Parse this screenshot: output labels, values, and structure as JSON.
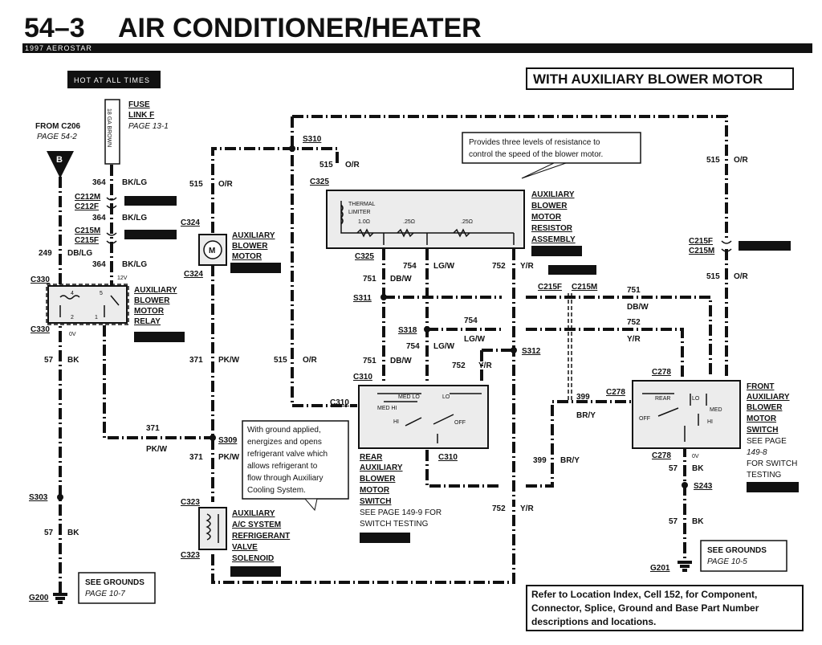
{
  "header": {
    "section": "54–3",
    "title": "AIR CONDITIONER/HEATER",
    "vehicle": "1997 AEROSTAR",
    "hot_label": "HOT AT ALL TIMES",
    "variant": "WITH AUXILIARY BLOWER MOTOR"
  },
  "labels": {
    "from_c206": "FROM C206",
    "page_54_2": "PAGE 54-2",
    "connector_b": "B",
    "fuse_link": "FUSE",
    "fuse_link2": "LINK F",
    "page_13_1": "PAGE 13-1",
    "fuse_gauge": "18 GA BROWN",
    "c212m": "C212M",
    "c212f": "C212F",
    "c215m": "C215M",
    "c215f": "C215F",
    "w364a": "364",
    "bklg_a": "BK/LG",
    "w364b": "364",
    "bklg_b": "BK/LG",
    "w364c": "364",
    "bklg_c": "BK/LG",
    "v12": "12V",
    "w249": "249",
    "dblg": "DB/LG",
    "c330a": "C330",
    "c330b": "C330",
    "v0a": "0V",
    "relay1": "AUXILIARY",
    "relay2": "BLOWER",
    "relay3": "MOTOR",
    "relay4": "RELAY",
    "w57a": "57",
    "bk_a": "BK",
    "w515a": "515",
    "or_a": "O/R",
    "c324a": "C324",
    "c324b": "C324",
    "motor1": "AUXILIARY",
    "motor2": "BLOWER",
    "motor3": "MOTOR",
    "w371a": "371",
    "pkw_a": "PK/W",
    "w371b": "371",
    "pkw_b": "PK/W",
    "w371c": "371",
    "pkw_c": "PK/W",
    "s309": "S309",
    "s303": "S303",
    "w57b": "57",
    "bk_b": "BK",
    "g200": "G200",
    "see_grounds_a": "SEE GROUNDS",
    "page_10_7": "PAGE 10-7",
    "c323a": "C323",
    "c323b": "C323",
    "sol1": "AUXILIARY",
    "sol2": "A/C SYSTEM",
    "sol3": "REFRIGERANT",
    "sol4": "VALVE",
    "sol5": "SOLENOID",
    "callout_sol": [
      "With ground applied,",
      "energizes and opens",
      "refrigerant valve which",
      "allows refrigerant to",
      "flow through Auxiliary",
      "Cooling System."
    ],
    "s310": "S310",
    "w515b": "515",
    "or_b": "O/R",
    "c325a": "C325",
    "c325b": "C325",
    "thermal": "THERMAL",
    "limiter": "LIMITER",
    "r1": "1.0Ω",
    "r2": ".25Ω",
    "r3": ".25Ω",
    "res1": "AUXILIARY",
    "res2": "BLOWER",
    "res3": "MOTOR",
    "res4": "RESISTOR",
    "res5": "ASSEMBLY",
    "callout_res": [
      "Provides three levels of resistance to",
      "control the speed of the blower motor."
    ],
    "w754a": "754",
    "lgw_a": "LG/W",
    "w752a": "752",
    "yr_a": "Y/R",
    "w751a": "751",
    "dbw_a": "DB/W",
    "s311": "S311",
    "s318": "S318",
    "w754b": "754",
    "w754c": "754",
    "lgw_b": "LG/W",
    "lgw_c": "LG/W",
    "s312": "S312",
    "w752b": "752",
    "yr_b": "Y/R",
    "w751b": "751",
    "dbw_b": "DB/W",
    "w515c": "515",
    "or_c": "O/R",
    "c310a": "C310",
    "c310b": "C310",
    "c310c": "C310",
    "rsw_medlo": "MED LO",
    "rsw_lo": "LO",
    "rsw_medhi": "MED HI",
    "rsw_hi": "HI",
    "rsw_off": "OFF",
    "rsw1": "REAR",
    "rsw2": "AUXILIARY",
    "rsw3": "BLOWER",
    "rsw4": "MOTOR",
    "rsw5": "SWITCH",
    "rsw_see": "SEE PAGE 149-9 FOR",
    "rsw_test": "SWITCH TESTING",
    "w752c": "752",
    "yr_c": "Y/R",
    "c215f_b": "C215F",
    "c215m_b": "C215M",
    "w751c": "751",
    "dbw_c": "DB/W",
    "w752d": "752",
    "yr_d": "Y/R",
    "c215f_c": "C215F",
    "c215m_c": "C215M",
    "w515d": "515",
    "or_d": "O/R",
    "w515e": "515",
    "or_e": "O/R",
    "c278a": "C278",
    "c278b": "C278",
    "c278c": "C278",
    "w399a": "399",
    "bry_a": "BR/Y",
    "w399b": "399",
    "bry_b": "BR/Y",
    "fsw_rear": "REAR",
    "fsw_lo": "LO",
    "fsw_off": "OFF",
    "fsw_med": "MED",
    "fsw_hi": "HI",
    "fsw1": "FRONT",
    "fsw2": "AUXILIARY",
    "fsw3": "BLOWER",
    "fsw4": "MOTOR",
    "fsw5": "SWITCH",
    "fsw_see": "SEE PAGE",
    "fsw_page": "149-8",
    "fsw_for": "FOR SWITCH",
    "fsw_test": "TESTING",
    "v0b": "0V",
    "w57c": "57",
    "bk_c": "BK",
    "s243": "S243",
    "w57d": "57",
    "bk_d": "BK",
    "g201": "G201",
    "see_grounds_b": "SEE GROUNDS",
    "page_10_5": "PAGE 10-5",
    "location_note": [
      "Refer to Location Index, Cell 152, for Component,",
      "Connector, Splice, Ground and Base Part Number",
      "descriptions and locations."
    ]
  }
}
